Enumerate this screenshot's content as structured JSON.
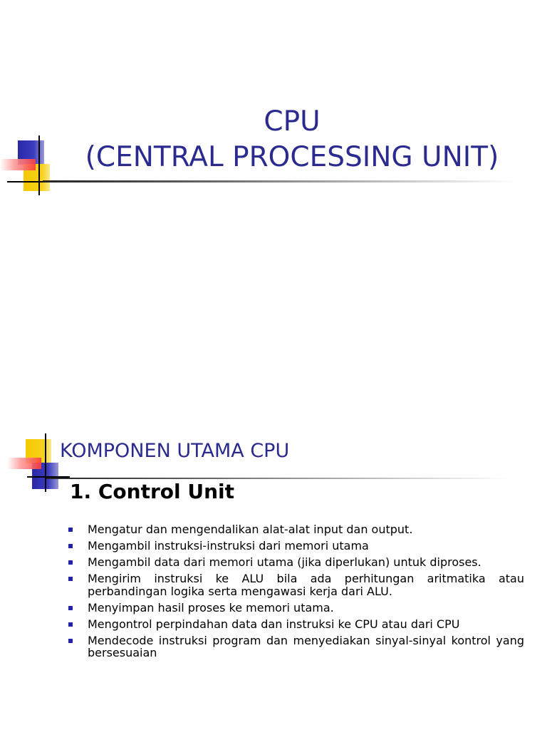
{
  "slide1": {
    "title_line1": "CPU",
    "title_line2": "(CENTRAL PROCESSING UNIT)"
  },
  "slide2": {
    "heading": "KOMPONEN UTAMA CPU",
    "subheading": "1. Control Unit",
    "bullets": [
      "Mengatur dan mengendalikan alat-alat input dan output.",
      "Mengambil instruksi-instruksi dari memori utama",
      "Mengambil data dari memori utama (jika diperlukan) untuk diproses.",
      "Mengirim instruksi ke ALU bila ada perhitungan aritmatika atau perbandingan logika serta mengawasi kerja dari ALU.",
      "Menyimpan hasil proses ke memori utama.",
      "Mengontrol perpindahan data dan instruksi ke CPU atau dari CPU",
      "Mendecode instruksi program dan menyediakan sinyal-sinyal kontrol yang bersesuaian"
    ]
  },
  "colors": {
    "title": "#2b2b8f",
    "bullet": "#2222a8",
    "logo_blue": "#2a2aa6",
    "logo_yellow": "#f5c800",
    "logo_red": "#ff3c3c"
  },
  "icons": {
    "logo": "decorative-squares-logo",
    "bullet": "square-bullet-icon"
  }
}
